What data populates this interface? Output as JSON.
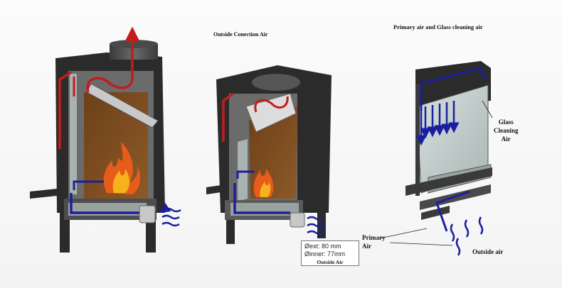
{
  "captions": {
    "outside_connection": "Outside Conection Air",
    "primary_glass": "Primary air and Glass cleaning air"
  },
  "labels": {
    "glass_cleaning_line1": "Glass",
    "glass_cleaning_line2": "Cleaning",
    "glass_cleaning_line3": "Air",
    "primary_line1": "Primary",
    "primary_line2": "Air",
    "outside_air": "Outside air"
  },
  "spec_box": {
    "outer_diameter": "Øext: 80 mm",
    "inner_diameter": "Øinner: 77mm",
    "title": "Outside Air"
  },
  "colors": {
    "body": "#2b2b2b",
    "steel": "#5a5a5a",
    "firebrick": "#7a4a1c",
    "glass": "#bfc9c7",
    "hot_air": "#c21d1d",
    "cold_air": "#1a1f9e",
    "flame_outer": "#e65c1a",
    "flame_inner": "#f6b21c"
  }
}
